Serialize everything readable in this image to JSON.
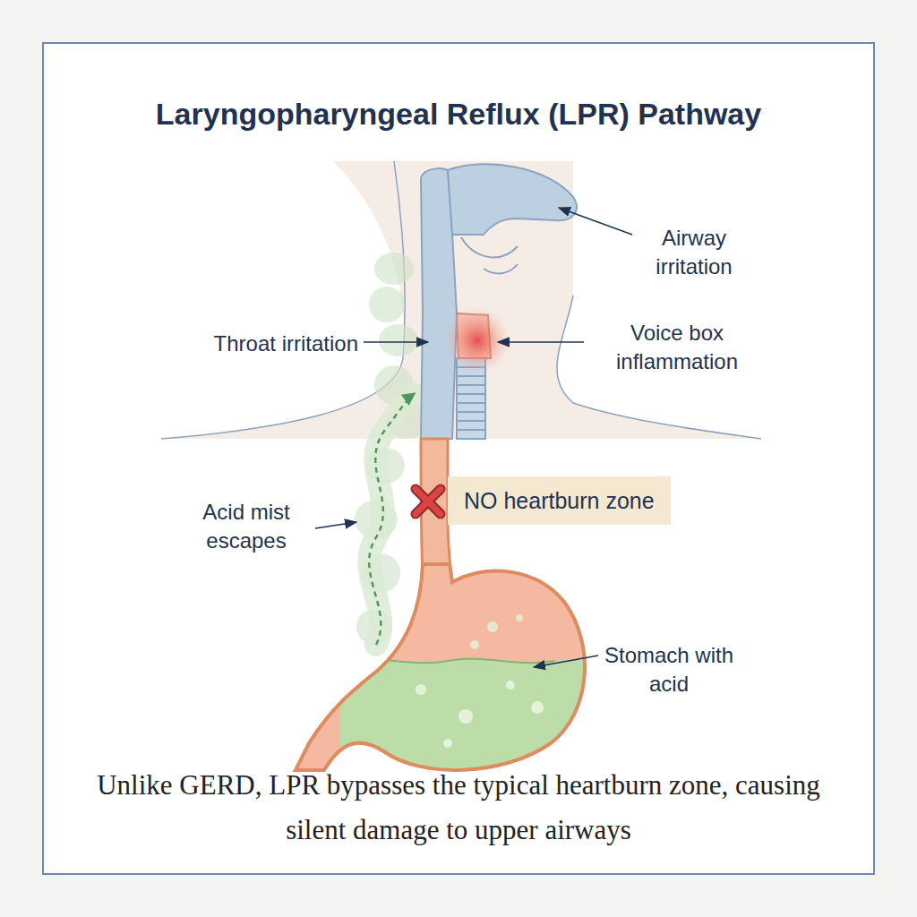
{
  "diagram": {
    "title": "Laryngopharyngeal Reflux (LPR) Pathway",
    "caption": "Unlike GERD, LPR bypasses the typical heartburn zone, causing silent damage to upper airways",
    "nodes": [
      {
        "text": [
          "NO heartburn zone"
        ]
      }
    ],
    "labels": [
      "Airway irritation",
      "Throat irritation",
      "Voice box inflammation",
      "Acid mist escapes",
      "Stomach with acid"
    ]
  }
}
